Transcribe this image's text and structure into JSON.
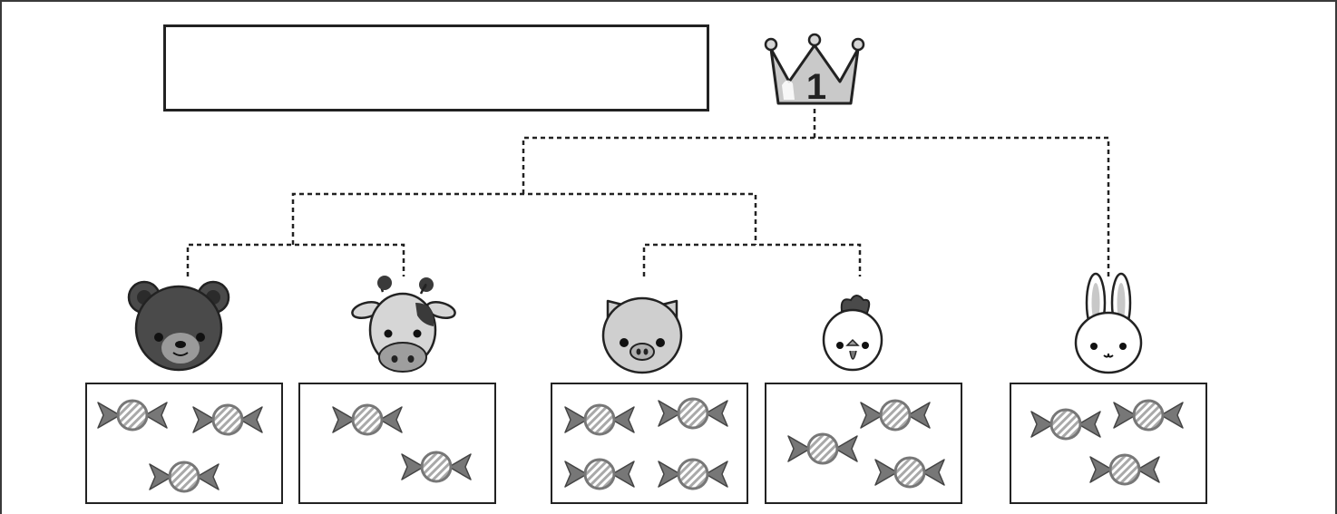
{
  "title_box": {
    "text": ""
  },
  "crown": {
    "number": "1",
    "icon": "crown-icon"
  },
  "colors": {
    "line": "#222222",
    "candy_body": "#777777",
    "candy_stripe": "#bdbdbd"
  },
  "animals": [
    {
      "name": "bear",
      "icon": "bear-icon",
      "candies": 3
    },
    {
      "name": "cow",
      "icon": "cow-icon",
      "candies": 2
    },
    {
      "name": "pig",
      "icon": "pig-icon",
      "candies": 4
    },
    {
      "name": "chicken",
      "icon": "chicken-icon",
      "candies": 3
    },
    {
      "name": "rabbit",
      "icon": "rabbit-icon",
      "candies": 3
    }
  ],
  "bracket": {
    "round1": [
      [
        "bear",
        "cow"
      ],
      [
        "pig",
        "chicken"
      ]
    ],
    "round2": [
      [
        "bear-cow",
        "pig-chicken"
      ]
    ],
    "final": [
      [
        "semifinal-winner",
        "rabbit"
      ]
    ]
  }
}
